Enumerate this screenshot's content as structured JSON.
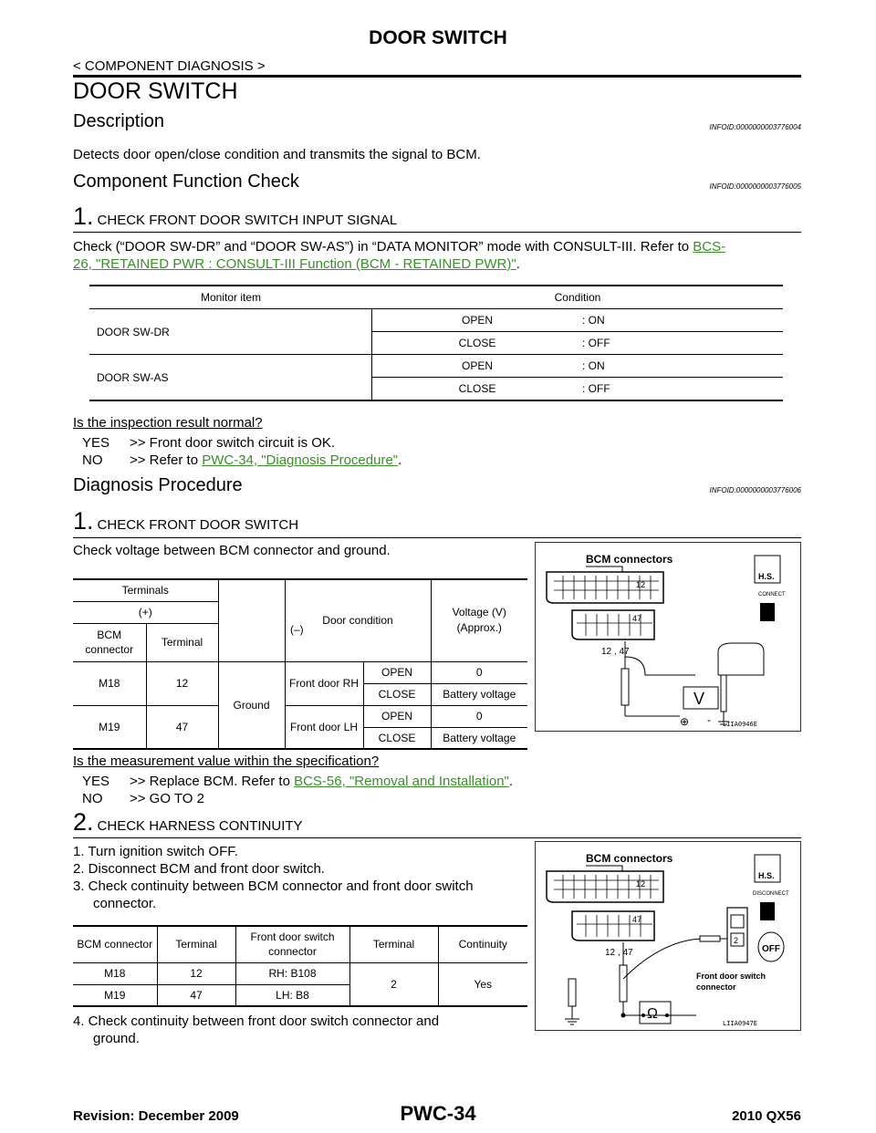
{
  "header": {
    "title": "DOOR SWITCH",
    "breadcrumb": "< COMPONENT DIAGNOSIS >",
    "section_title": "DOOR SWITCH"
  },
  "description": {
    "heading": "Description",
    "infoid": "INFOID:0000000003776004",
    "text": "Detects door open/close condition and transmits the signal to BCM."
  },
  "function_check": {
    "heading": "Component Function Check",
    "infoid": "INFOID:0000000003776005",
    "step_num": "1.",
    "step_title": "CHECK FRONT DOOR SWITCH INPUT SIGNAL",
    "text_prefix": "Check (“DOOR SW-DR” and “DOOR SW-AS”) in “DATA MONITOR” mode with CONSULT-III. Refer to ",
    "link_line1": "BCS-",
    "link_line2": "26, \"RETAINED PWR : CONSULT-III Function (BCM - RETAINED PWR)\"",
    "period": ".",
    "table": {
      "headers": [
        "Monitor item",
        "Condition"
      ],
      "rows": [
        {
          "item": "DOOR SW-DR",
          "conds": [
            [
              "OPEN",
              ": ON"
            ],
            [
              "CLOSE",
              ": OFF"
            ]
          ]
        },
        {
          "item": "DOOR SW-AS",
          "conds": [
            [
              "OPEN",
              ": ON"
            ],
            [
              "CLOSE",
              ": OFF"
            ]
          ]
        }
      ]
    },
    "question": "Is the inspection result normal?",
    "yes_label": "YES",
    "yes_text": ">> Front door switch circuit is OK.",
    "no_label": "NO",
    "no_prefix": ">> Refer to ",
    "no_link": "PWC-34, \"Diagnosis Procedure\"",
    "no_suffix": "."
  },
  "diagnosis": {
    "heading": "Diagnosis Procedure",
    "infoid": "INFOID:0000000003776006",
    "step1_num": "1.",
    "step1_title": "CHECK FRONT DOOR SWITCH",
    "step1_text": "Check voltage between BCM connector and ground.",
    "table1": {
      "h_terminals": "Terminals",
      "h_plus": "(+)",
      "h_minus": "(–)",
      "h_bcm": "BCM connector",
      "h_terminal": "Terminal",
      "h_door": "Door condition",
      "h_volt": "Voltage (V)",
      "h_approx": "(Approx.)",
      "ground": "Ground",
      "r1_conn": "M18",
      "r1_term": "12",
      "r1_door": "Front door RH",
      "r2_conn": "M19",
      "r2_term": "47",
      "r2_door": "Front door LH",
      "open": "OPEN",
      "close": "CLOSE",
      "v_open": "0",
      "v_close": "Battery voltage"
    },
    "question1": "Is the measurement value within the specification?",
    "yes1_label": "YES",
    "yes1_prefix": ">> Replace BCM. Refer to ",
    "yes1_link": "BCS-56, \"Removal and Installation\"",
    "yes1_suffix": ".",
    "no1_label": "NO",
    "no1_text": ">> GO TO 2",
    "step2_num": "2.",
    "step2_title": "CHECK HARNESS CONTINUITY",
    "list": [
      "1.  Turn ignition switch OFF.",
      "2.  Disconnect BCM and front door switch.",
      "3.  Check continuity between BCM connector and front door switch",
      "connector."
    ],
    "table2": {
      "headers": [
        "BCM connector",
        "Terminal",
        "Front door switch connector",
        "Terminal",
        "Continuity"
      ],
      "rows": [
        [
          "M18",
          "12",
          "RH: B108"
        ],
        [
          "M19",
          "47",
          "LH: B8"
        ]
      ],
      "terminal": "2",
      "continuity": "Yes"
    },
    "item4_line1": "4.  Check continuity between front door switch connector and",
    "item4_line2": "ground."
  },
  "diagram1": {
    "title": "BCM connectors",
    "pin12": "12",
    "pin47": "47",
    "pins": "12 , 47",
    "hs": "H.S.",
    "connect": "CONNECT",
    "meter": "V",
    "plus": "⊕",
    "minus": "-",
    "code": "LIIA0946E"
  },
  "diagram2": {
    "title": "BCM connectors",
    "pin12": "12",
    "pin47": "47",
    "pins": "12 , 47",
    "hs": "H.S.",
    "disconnect": "DISCONNECT",
    "meter": "Ω",
    "pin2": "2",
    "off": "OFF",
    "sw_label1": "Front door switch",
    "sw_label2": "connector",
    "code": "LIIA0947E"
  },
  "footer": {
    "revision": "Revision: December 2009",
    "page": "PWC-34",
    "model": "2010 QX56"
  },
  "colors": {
    "link": "#3a8f2a"
  }
}
